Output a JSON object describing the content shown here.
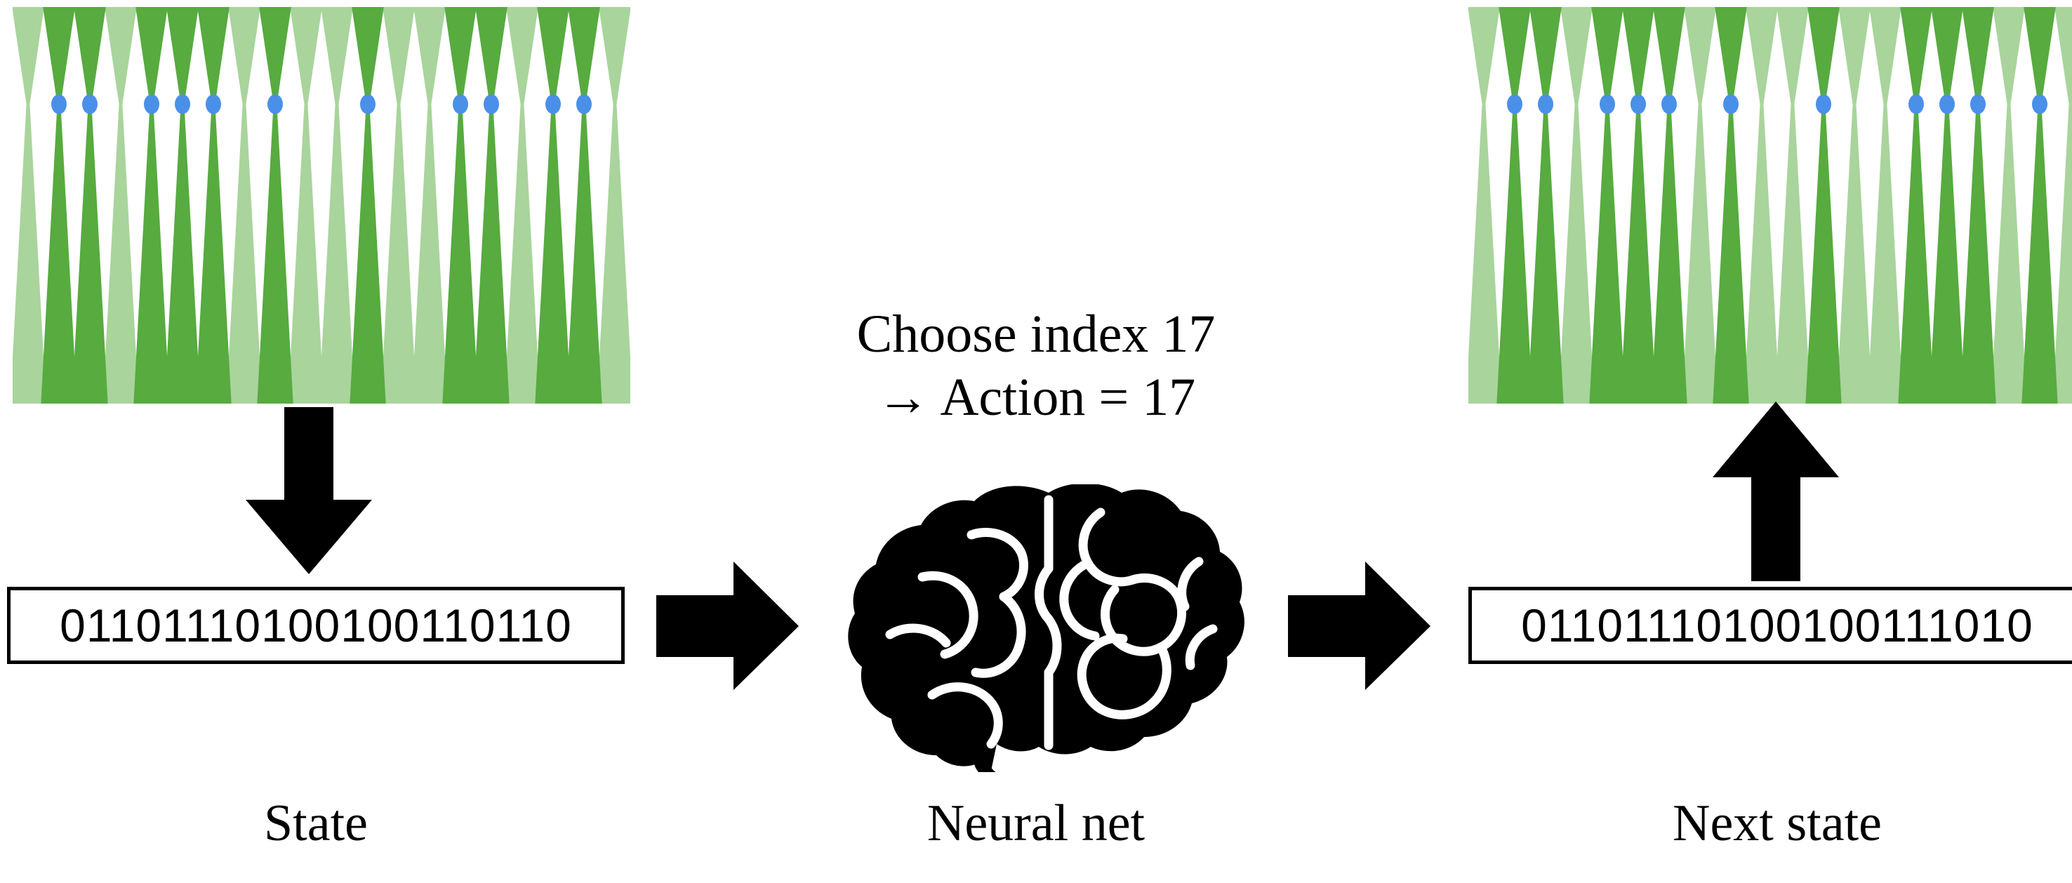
{
  "colors": {
    "bit_one_green": "#57ab3f",
    "bit_zero_green": "#a9d49c",
    "dot_blue": "#4a90e8",
    "ink": "#000000",
    "background": "#ffffff"
  },
  "state_plot": {
    "name": "state-visualization",
    "bits": [
      0,
      1,
      1,
      0,
      1,
      1,
      1,
      0,
      1,
      0,
      0,
      1,
      0,
      0,
      1,
      1,
      0,
      1,
      1,
      0
    ],
    "columns": 20,
    "dot_count": 11,
    "waist_fraction": 0.245
  },
  "next_state_plot": {
    "name": "next-state-visualization",
    "bits": [
      0,
      1,
      1,
      0,
      1,
      1,
      1,
      0,
      1,
      0,
      0,
      1,
      0,
      0,
      1,
      1,
      1,
      0,
      1,
      0
    ],
    "columns": 20,
    "dot_count": 11,
    "waist_fraction": 0.245
  },
  "state_box": {
    "bits": "01101110100100110110",
    "length": 20
  },
  "next_state_box": {
    "bits": "01101110100100111010",
    "length": 20
  },
  "annotation": {
    "line1": "Choose index 17",
    "line2_arrow": "→",
    "line2_text": "Action = 17",
    "index": 17,
    "action": 17
  },
  "captions": {
    "state": "State",
    "neural_net": "Neural net",
    "next_state": "Next state"
  },
  "icons": {
    "brain": "brain-icon",
    "arrow_down": "arrow-down-icon",
    "arrow_right": "arrow-right-icon",
    "arrow_up": "arrow-up-icon"
  }
}
